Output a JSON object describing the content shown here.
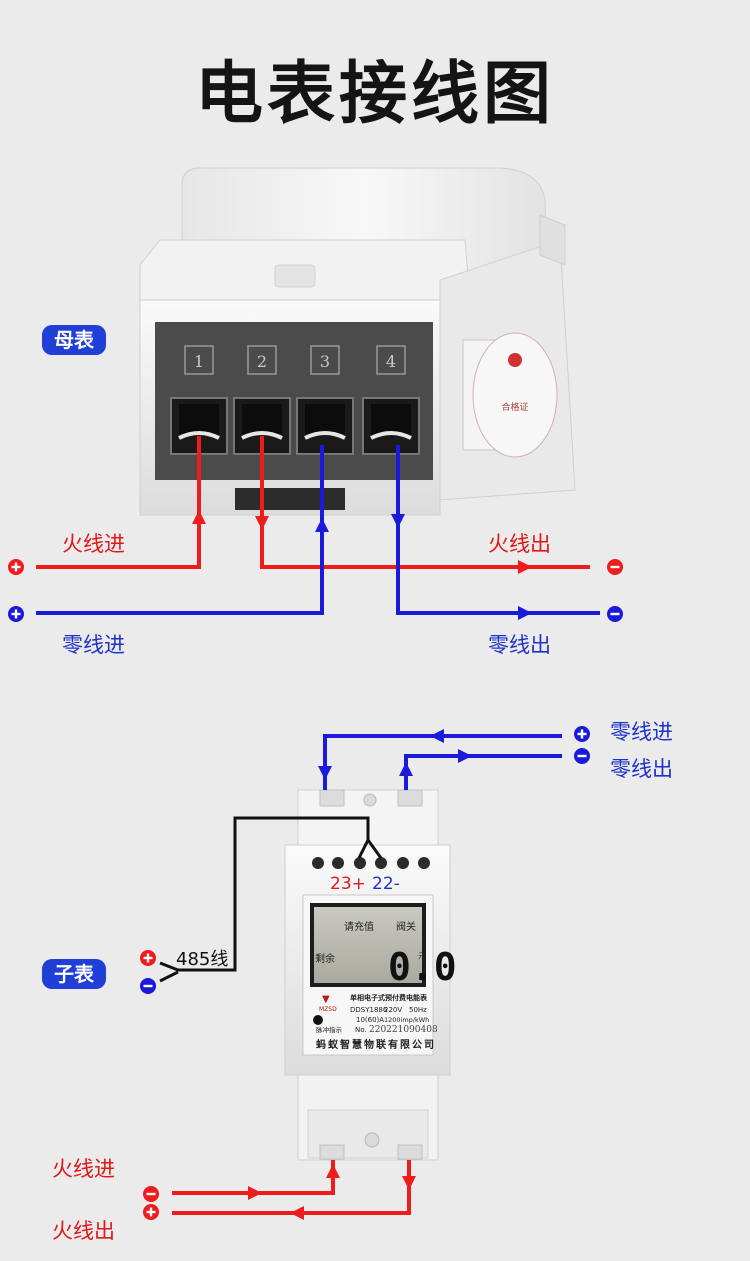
{
  "title": "电表接线图",
  "colors": {
    "live": "#f01b1b",
    "neutral": "#1a1adc",
    "comm": "#111111",
    "badge": "#1f3fd6"
  },
  "main_meter": {
    "badge": "母表",
    "terminals": [
      "1",
      "2",
      "3",
      "4"
    ],
    "labels": {
      "live_in": "火线进",
      "live_out": "火线出",
      "neutral_in": "零线进",
      "neutral_out": "零线出"
    }
  },
  "sub_meter": {
    "badge": "子表",
    "labels": {
      "neutral_in": "零线进",
      "neutral_out": "零线出",
      "live_in": "火线进",
      "live_out": "火线出",
      "rs485": "485线",
      "term_plus": "23+",
      "term_minus": "22-"
    },
    "lcd": {
      "top_left": "请充值",
      "top_right": "阀关",
      "side": "剩余",
      "reading": "0.0",
      "unit": "元"
    },
    "nameplate": {
      "brand": "MZSD",
      "product": "单相电子式预付费电能表",
      "model": "DDSY1886",
      "voltage": "220V",
      "frequency": "50Hz",
      "current": "10(60)A",
      "constant": "1200imp/kWh",
      "pulse_label": "脉冲指示",
      "serial_label": "No.",
      "serial": "220221090408",
      "company": "蚂蚁智慧物联有限公司"
    }
  }
}
